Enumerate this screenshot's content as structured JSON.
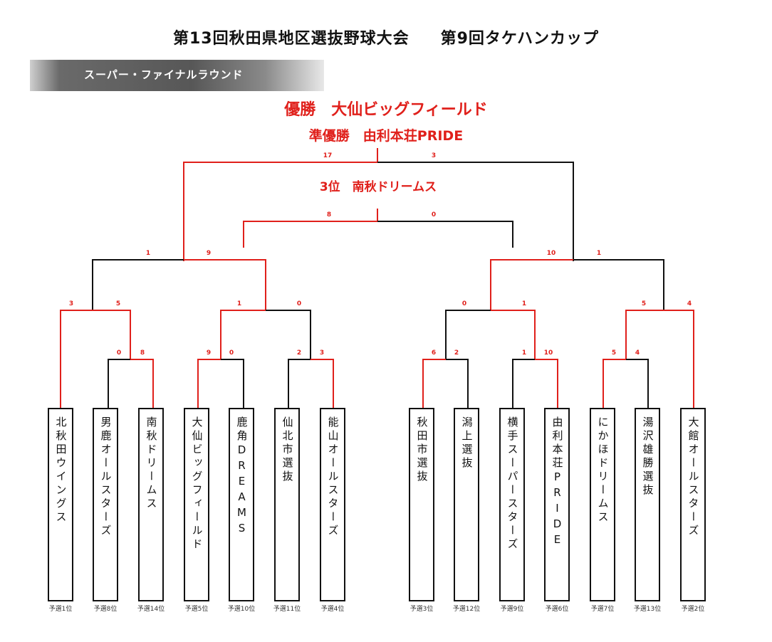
{
  "header": {
    "title_main": "第13回秋田県地区選抜野球大会",
    "title_sub": "第9回タケハンカップ"
  },
  "round_label": "スーパー・ファイナルラウンド",
  "results": {
    "champion": "優勝　大仙ビッグフィールド",
    "runner_up": "準優勝　由利本荘PRIDE",
    "third": "3位　南秋ドリームス"
  },
  "teams": [
    {
      "name": "北秋田ウイングス",
      "seed": "予選1位"
    },
    {
      "name": "男鹿オールスターズ",
      "seed": "予選8位"
    },
    {
      "name": "南秋ドリームス",
      "seed": "予選14位"
    },
    {
      "name": "大仙ビッグフィールド",
      "seed": "予選5位"
    },
    {
      "name": "鹿角DREAMS",
      "seed": "予選10位"
    },
    {
      "name": "仙北市選抜",
      "seed": "予選11位"
    },
    {
      "name": "能山オールスターズ",
      "seed": "予選4位"
    },
    {
      "name": "秋田市選抜",
      "seed": "予選3位"
    },
    {
      "name": "潟上選抜",
      "seed": "予選12位"
    },
    {
      "name": "横手スーパースターズ",
      "seed": "予選9位"
    },
    {
      "name": "由利本荘PRIDE",
      "seed": "予選6位"
    },
    {
      "name": "にかほドリームス",
      "seed": "予選7位"
    },
    {
      "name": "湯沢雄勝選抜",
      "seed": "予選13位"
    },
    {
      "name": "大館オールスターズ",
      "seed": "予選2位"
    }
  ],
  "scores": {
    "m_oga_nanshu": [
      "0",
      "8"
    ],
    "m_daisen_kazuno": [
      "9",
      "0"
    ],
    "m_senboku_noyama": [
      "2",
      "3"
    ],
    "m_akita_katagami": [
      "6",
      "2"
    ],
    "m_yokote_yuri": [
      "1",
      "10"
    ],
    "m_nikaho_yuzawa": [
      "5",
      "4"
    ],
    "m_kitaakita_nanshu": [
      "3",
      "5"
    ],
    "m_daisen_noyama": [
      "1",
      "0"
    ],
    "m_akita_yuri": [
      "0",
      "1"
    ],
    "m_nikaho_odate": [
      "5",
      "4"
    ],
    "m_semi_left": [
      "1",
      "9"
    ],
    "m_semi_right": [
      "10",
      "1"
    ],
    "m_third_place": [
      "8",
      "0"
    ],
    "m_final": [
      "17",
      "3"
    ]
  },
  "colors": {
    "win": "#e0201b",
    "loss": "#111111"
  }
}
